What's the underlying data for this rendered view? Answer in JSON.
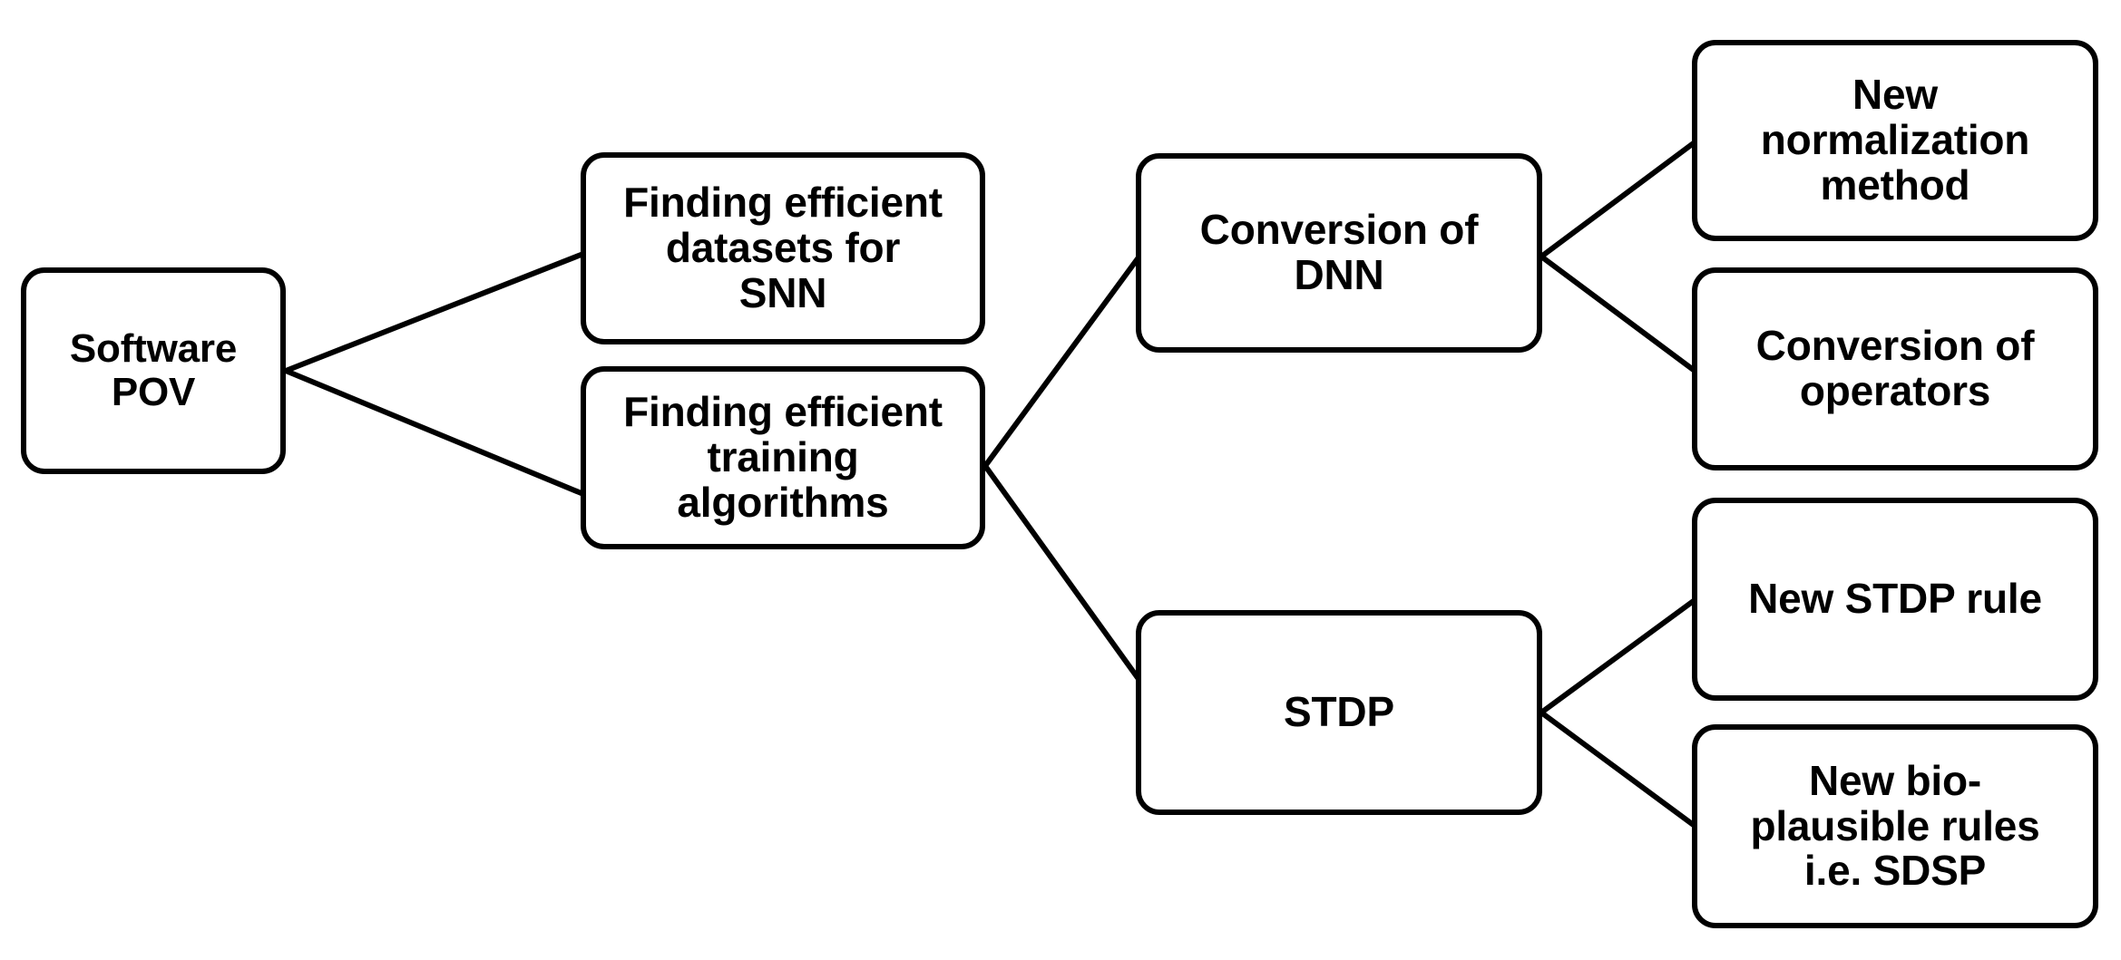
{
  "diagram": {
    "title": "Software POV",
    "type": "tree-hierarchy",
    "stroke_color": "#000000",
    "background_color": "#ffffff",
    "nodes": {
      "root": {
        "label": "Software POV"
      },
      "datasets": {
        "label": "Finding efficient\ndatasets for\nSNN"
      },
      "training_algos": {
        "label": "Finding efficient\ntraining\nalgorithms"
      },
      "conversion_dnn": {
        "label": "Conversion of\nDNN"
      },
      "stdp": {
        "label": "STDP"
      },
      "new_normalization": {
        "label": "New\nnormalization\nmethod"
      },
      "conversion_operators": {
        "label": "Conversion of\noperators"
      },
      "new_stdp_rule": {
        "label": "New STDP rule"
      },
      "bio_plausible": {
        "label": "New bio-\nplausible rules\ni.e. SDSP"
      }
    },
    "edges": [
      {
        "from": "root",
        "to": "datasets"
      },
      {
        "from": "root",
        "to": "training_algos"
      },
      {
        "from": "training_algos",
        "to": "conversion_dnn"
      },
      {
        "from": "training_algos",
        "to": "stdp"
      },
      {
        "from": "conversion_dnn",
        "to": "new_normalization"
      },
      {
        "from": "conversion_dnn",
        "to": "conversion_operators"
      },
      {
        "from": "stdp",
        "to": "new_stdp_rule"
      },
      {
        "from": "stdp",
        "to": "bio_plausible"
      }
    ]
  }
}
